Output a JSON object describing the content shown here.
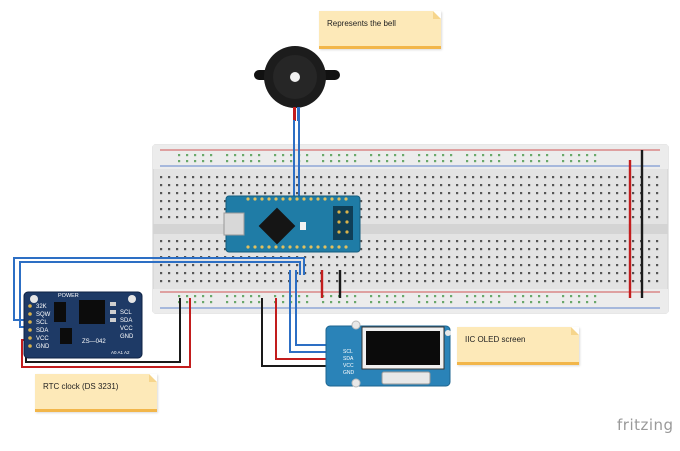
{
  "notes": {
    "bell": "Represents the bell",
    "oled": "IIC OLED screen",
    "rtc": "RTC clock (DS 3231)"
  },
  "brand": "fritzing",
  "rtc_module": {
    "title": "POWER",
    "part": "ZS—042",
    "address": "A0 A1 A2",
    "left_pins": [
      "32K",
      "SQW",
      "SCL",
      "SDA",
      "VCC",
      "GND"
    ],
    "right_pins": [
      "SCL",
      "SDA",
      "VCC",
      "GND"
    ]
  },
  "oled_module": {
    "pins": [
      "SCL",
      "SDA",
      "VCC",
      "GND"
    ]
  },
  "colors": {
    "wire_blue": "#2d6fc4",
    "wire_red": "#c21d1d",
    "wire_black": "#1a1a1a",
    "arduino": "#1f7ca6",
    "oled_board": "#2a83b8",
    "rtc_board": "#1e3a66",
    "breadboard": "#e6e6e6",
    "note": "#fde9b8"
  }
}
